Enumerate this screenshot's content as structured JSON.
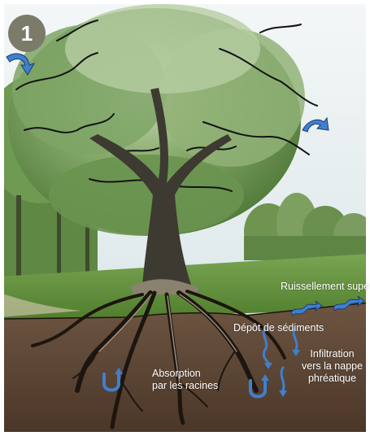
{
  "badge": {
    "number": "1"
  },
  "labels": {
    "runoff": "Ruissellement supe",
    "sediment": "Dépôt de sédiments",
    "infiltration": [
      "Infiltration",
      "vers la nappe",
      "phréatique"
    ],
    "absorption": [
      "Absorption",
      "par les racines"
    ]
  },
  "colors": {
    "badge": "#7c7b69",
    "soil": "#5a4534",
    "grass": "#5d8a3a",
    "canopy": "#6f9a55",
    "arrow": "#3f7fd0",
    "sky": "#e9f0f2"
  },
  "icons": {
    "evaporation_arrows": "curved-arrow-icon",
    "runoff_arrows": "wave-arrow-icon",
    "infiltration_arrows": "down-arrow-icon",
    "absorption_arrows": "u-arrow-icon"
  }
}
